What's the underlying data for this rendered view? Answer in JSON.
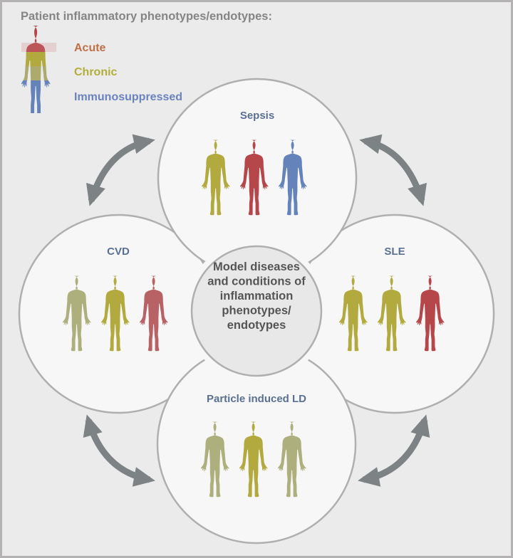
{
  "legend": {
    "title": "Patient inflammatory phenotypes/endotypes:",
    "items": [
      {
        "label": "Acute",
        "color": "#c07048"
      },
      {
        "label": "Chronic",
        "color": "#b3ad3a"
      },
      {
        "label": "Immunosuppressed",
        "color": "#6a83bd"
      }
    ]
  },
  "center": {
    "lines": [
      "Model diseases",
      "and conditions of",
      "inflammation",
      "phenotypes/",
      "endotypes"
    ]
  },
  "colors": {
    "acute": "#b5474a",
    "chronic": "#b2aa3e",
    "immuno": "#6583bb",
    "chronic_light": "#adaf7c",
    "acute_light": "#b86266",
    "title_blue": "#5a7093",
    "arrow": "#7d8385"
  },
  "diseases": [
    {
      "id": "sepsis",
      "label": "Sepsis",
      "figures": [
        "chronic",
        "acute",
        "immuno"
      ]
    },
    {
      "id": "cvd",
      "label": "CVD",
      "figures": [
        "chronic_light",
        "chronic",
        "acute_light"
      ]
    },
    {
      "id": "sle",
      "label": "SLE",
      "figures": [
        "chronic",
        "chronic",
        "acute"
      ]
    },
    {
      "id": "particle-ld",
      "label": "Particle induced LD",
      "figures": [
        "chronic_light",
        "chronic",
        "chronic_light"
      ]
    }
  ]
}
